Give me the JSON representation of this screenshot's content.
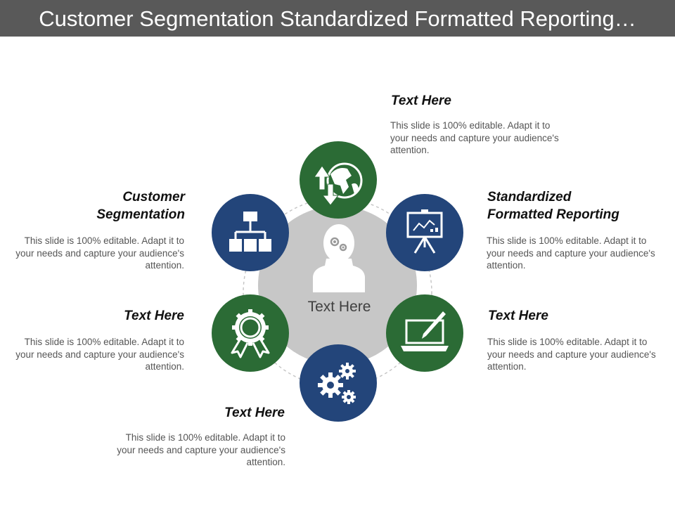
{
  "title": "Customer Segmentation Standardized Formatted Reporting…",
  "center_label": "Text Here",
  "colors": {
    "green": "#2b6b35",
    "blue": "#23457a",
    "center": "#c7c7c7",
    "title_bar": "#595959"
  },
  "items": [
    {
      "heading": "Text Here",
      "body": "This slide is 100% editable. Adapt it to your needs and capture your audience's attention.",
      "icon": "globe-arrows-icon"
    },
    {
      "heading": "Standardized Formatted Reporting",
      "heading_lines": [
        "Standardized",
        "Formatted Reporting"
      ],
      "body": "This slide is 100% editable. Adapt it to your needs and capture your audience's attention.",
      "icon": "presentation-easel-icon"
    },
    {
      "heading": "Text Here",
      "body": "This slide is 100% editable. Adapt it to your needs and capture your audience's attention.",
      "icon": "laptop-pen-icon"
    },
    {
      "heading": "Text Here",
      "body": "This slide is 100% editable. Adapt it to your needs and capture your audience's attention.",
      "icon": "gears-icon"
    },
    {
      "heading": "Text Here",
      "body": "This slide is 100% editable. Adapt it to your needs and capture your audience's attention.",
      "icon": "award-badge-icon"
    },
    {
      "heading": "Customer Segmentation",
      "heading_lines": [
        "Customer",
        "Segmentation"
      ],
      "body": "This slide is 100% editable. Adapt it to your needs and capture your audience's attention.",
      "icon": "org-chart-icon"
    }
  ]
}
